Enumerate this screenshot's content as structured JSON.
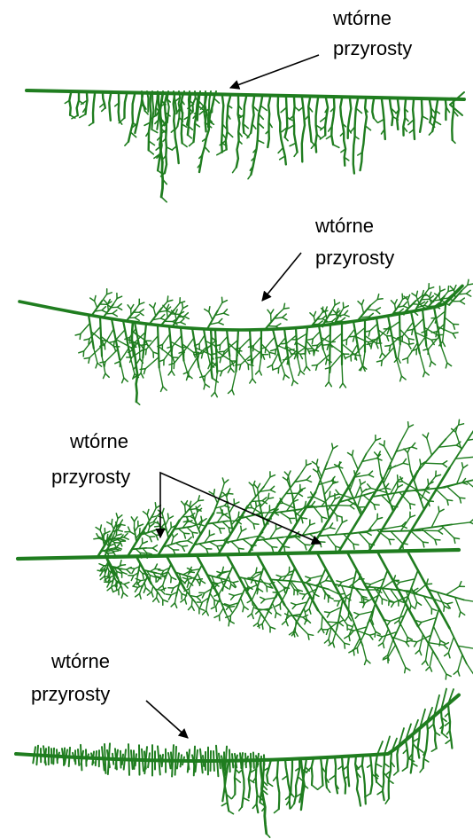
{
  "colors": {
    "plant": "#1f7d1f",
    "arrow": "#000000",
    "background": "#ffffff"
  },
  "panels": [
    {
      "id": "p1",
      "label_line1": "wtórne",
      "label_line2": "przyrosty"
    },
    {
      "id": "p2",
      "label_line1": "wtórne",
      "label_line2": "przyrosty"
    },
    {
      "id": "p3",
      "label_line1": "wtórne",
      "label_line2": "przyrosty"
    },
    {
      "id": "p4",
      "label_line1": "wtórne",
      "label_line2": "przyrosty"
    }
  ]
}
